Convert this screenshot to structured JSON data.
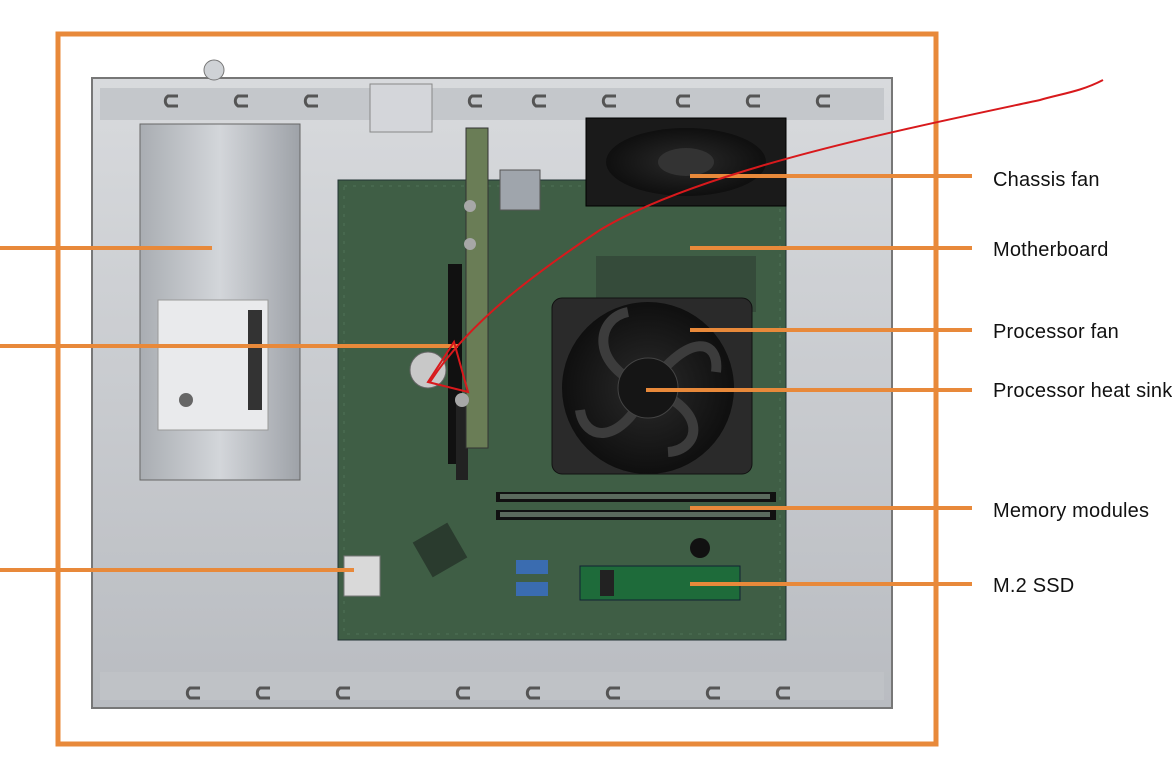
{
  "callouts": {
    "right": [
      "Chassis fan",
      "Motherboard",
      "Processor fan",
      "Processor heat sink",
      "Memory modules",
      "M.2 SSD"
    ]
  },
  "colors": {
    "frame": "#e8893a",
    "leader": "#e8893a",
    "pointer": "#d8191c",
    "chassis": "#c9ccd0",
    "board": "#3f5e45"
  }
}
